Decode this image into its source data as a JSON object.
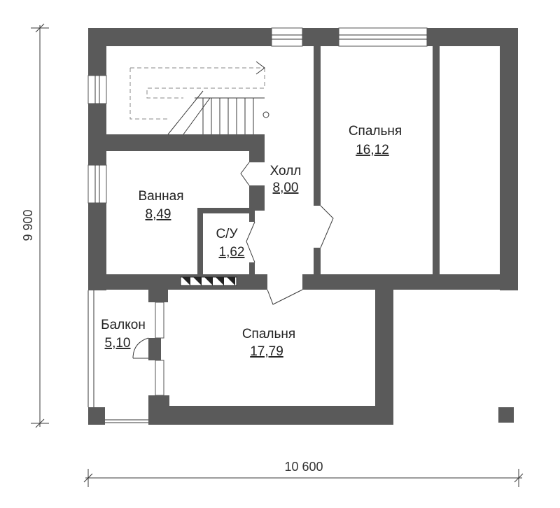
{
  "rooms": {
    "hall": {
      "name": "Холл",
      "area": "8,00"
    },
    "bathroom": {
      "name": "Ванная",
      "area": "8,49"
    },
    "wc": {
      "name": "С/У",
      "area": "1,62"
    },
    "bedroom_top": {
      "name": "Спальня",
      "area": "16,12"
    },
    "bedroom_bottom": {
      "name": "Спальня",
      "area": "17,79"
    },
    "balcony": {
      "name": "Балкон",
      "area": "5,10"
    }
  },
  "dimensions": {
    "width": "10 600",
    "height": "9 900"
  },
  "colors": {
    "wall": "#5a5a5a",
    "line": "#3a3a3a"
  }
}
